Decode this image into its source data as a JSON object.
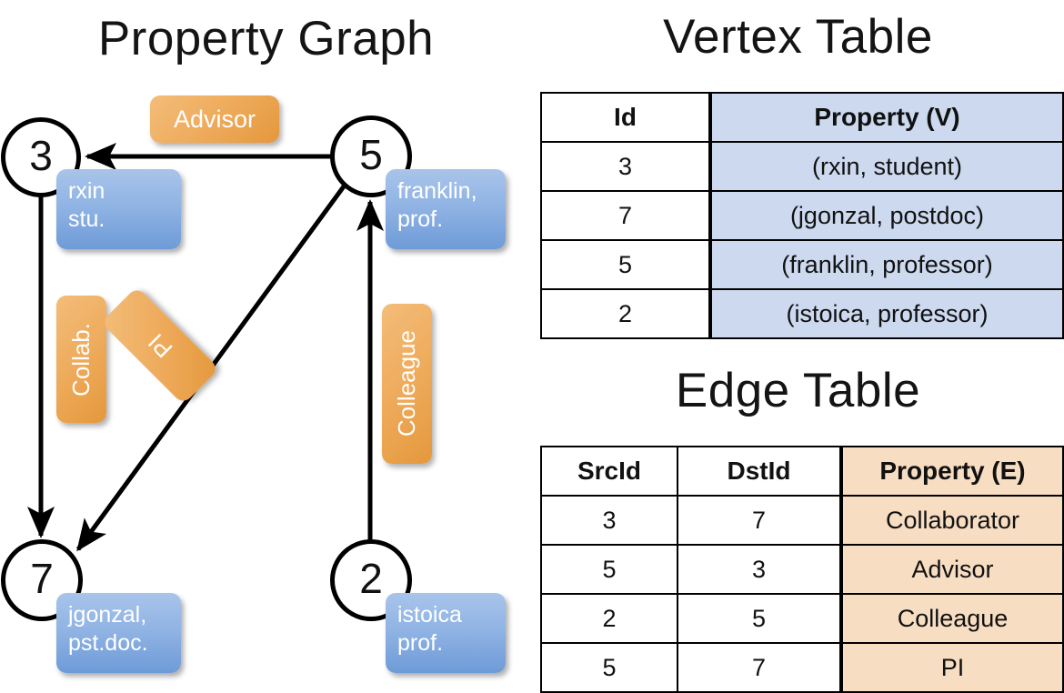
{
  "titles": {
    "property_graph": "Property Graph",
    "vertex_table": "Vertex Table",
    "edge_table": "Edge Table"
  },
  "graph": {
    "nodes": [
      {
        "id": "3",
        "property_label": "rxin\nstu.",
        "line1": "rxin",
        "line2": "stu."
      },
      {
        "id": "5",
        "property_label": "franklin,\nprof.",
        "line1": "franklin,",
        "line2": "prof."
      },
      {
        "id": "7",
        "property_label": "jgonzal,\npst.doc.",
        "line1": "jgonzal,",
        "line2": "pst.doc."
      },
      {
        "id": "2",
        "property_label": "istoica\nprof.",
        "line1": "istoica",
        "line2": "prof."
      }
    ],
    "edge_labels": [
      {
        "name": "advisor",
        "text": "Advisor"
      },
      {
        "name": "collaborator",
        "text": "Collab."
      },
      {
        "name": "pi",
        "text": "PI"
      },
      {
        "name": "colleague",
        "text": "Colleague"
      }
    ],
    "edges": [
      {
        "src": "5",
        "dst": "3",
        "label": "Advisor"
      },
      {
        "src": "3",
        "dst": "7",
        "label": "Collab."
      },
      {
        "src": "5",
        "dst": "7",
        "label": "PI"
      },
      {
        "src": "2",
        "dst": "5",
        "label": "Colleague"
      }
    ]
  },
  "vertex_table": {
    "headers": [
      "Id",
      "Property (V)"
    ],
    "rows": [
      {
        "id": "3",
        "property": "(rxin, student)"
      },
      {
        "id": "7",
        "property": "(jgonzal, postdoc)"
      },
      {
        "id": "5",
        "property": "(franklin, professor)"
      },
      {
        "id": "2",
        "property": "(istoica, professor)"
      }
    ]
  },
  "edge_table": {
    "headers": [
      "SrcId",
      "DstId",
      "Property (E)"
    ],
    "rows": [
      {
        "src": "3",
        "dst": "7",
        "property": "Collaborator"
      },
      {
        "src": "5",
        "dst": "3",
        "property": "Advisor"
      },
      {
        "src": "2",
        "dst": "5",
        "property": "Colleague"
      },
      {
        "src": "5",
        "dst": "7",
        "property": "PI"
      }
    ]
  },
  "colors": {
    "vertex_property_fill": "#ccd9ef",
    "edge_property_fill": "#f7ddc2",
    "vertex_node_box": "#91b4e4",
    "edge_label_box": "#eeab5c",
    "stroke": "#000000",
    "background": "#ffffff"
  }
}
